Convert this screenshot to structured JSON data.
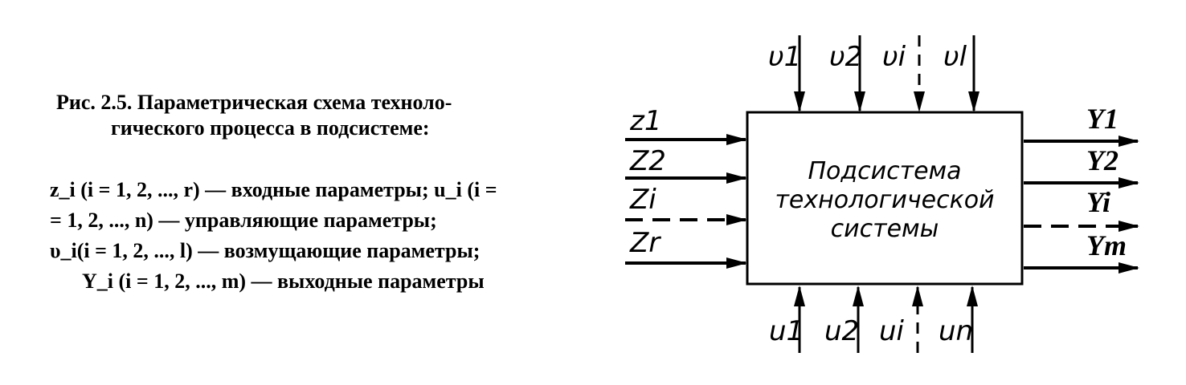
{
  "caption": {
    "line1": "Рис. 2.5. Параметрическая схема техноло-",
    "line2": "гического процесса в подсистеме:"
  },
  "legend": {
    "line1": "z_i (i = 1, 2, ..., r) — входные параметры; u_i (i =",
    "line2": "= 1, 2, ..., n) — управляющие параметры;",
    "line3": "υ_i(i = 1, 2, ..., l) — возмущающие параметры;",
    "line4": "Y_i (i = 1, 2, ..., m) — выходные параметры"
  },
  "diagram": {
    "block": {
      "line1": "Подсистема",
      "line2": "технологической",
      "line3": "системы"
    },
    "inputs": [
      "z1",
      "Z2",
      "Zi",
      "Zr"
    ],
    "disturbances": [
      "υ1",
      "υ2",
      "υi",
      "υl"
    ],
    "controls": [
      "u1",
      "u2",
      "ui",
      "un"
    ],
    "outputs": [
      "Y1",
      "Y2",
      "Yi",
      "Ym"
    ]
  }
}
